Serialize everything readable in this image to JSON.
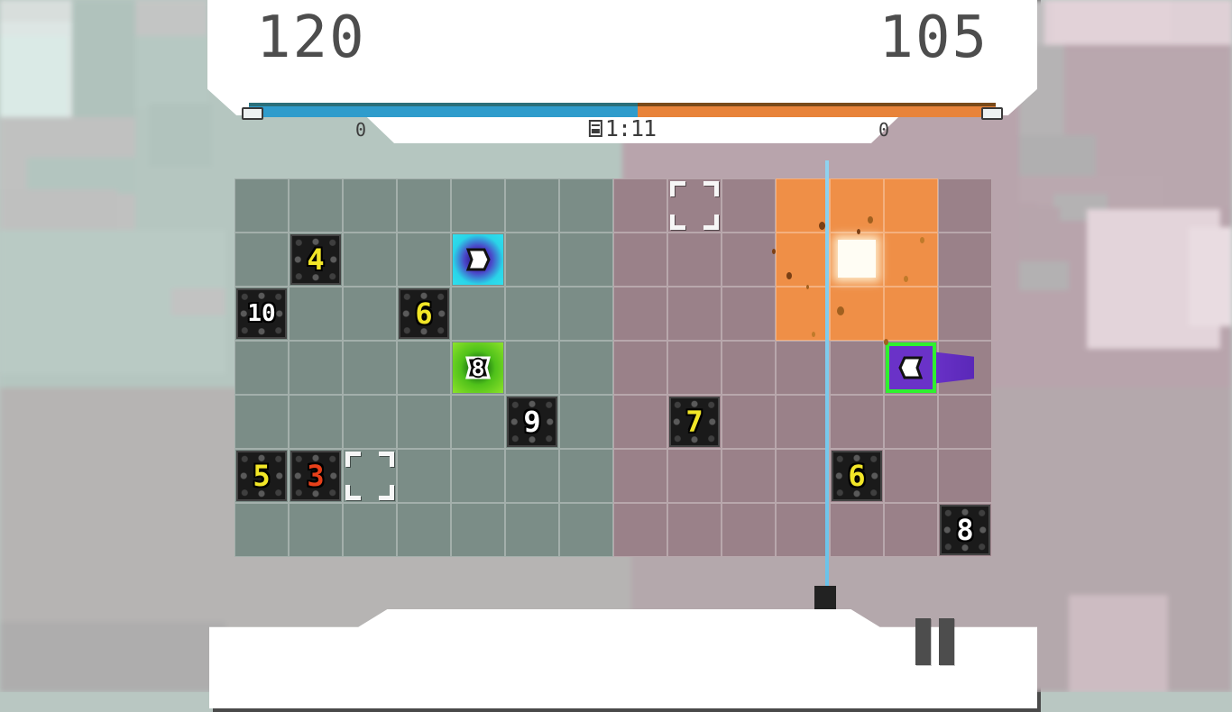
{
  "hud": {
    "score_left": "120",
    "score_right": "105",
    "flag_count_left": "0",
    "flag_count_right": "0",
    "timer": "1:11",
    "timer_icon": "flag-icon",
    "bar_left_percent": 52,
    "bar_left_color": "#2f9ccc",
    "bar_right_color": "#e8833a"
  },
  "bottom": {
    "pause_label": "pause-button"
  },
  "board": {
    "cols": 14,
    "rows": 7,
    "cell_size": 60,
    "left_territory_color": "#7b8d87",
    "right_territory_color": "#9a8189",
    "hot_zone_color": "#ef8f47",
    "lane_color": "#7fcbec",
    "hot_zone_cells": [
      {
        "c": 10,
        "r": 0
      },
      {
        "c": 11,
        "r": 0
      },
      {
        "c": 12,
        "r": 0
      },
      {
        "c": 10,
        "r": 1
      },
      {
        "c": 11,
        "r": 1
      },
      {
        "c": 12,
        "r": 1
      },
      {
        "c": 10,
        "r": 2
      },
      {
        "c": 11,
        "r": 2
      },
      {
        "c": 12,
        "r": 2
      }
    ],
    "tiles": [
      {
        "c": 1,
        "r": 1,
        "value": "4",
        "color": "yellow"
      },
      {
        "c": 0,
        "r": 2,
        "value": "10",
        "color": "white"
      },
      {
        "c": 3,
        "r": 2,
        "value": "6",
        "color": "yellow"
      },
      {
        "c": 5,
        "r": 4,
        "value": "9",
        "color": "white"
      },
      {
        "c": 8,
        "r": 4,
        "value": "7",
        "color": "yellow"
      },
      {
        "c": 0,
        "r": 5,
        "value": "5",
        "color": "yellow"
      },
      {
        "c": 1,
        "r": 5,
        "value": "3",
        "color": "red"
      },
      {
        "c": 11,
        "r": 5,
        "value": "6",
        "color": "yellow"
      },
      {
        "c": 13,
        "r": 6,
        "value": "8",
        "color": "white"
      }
    ],
    "units": [
      {
        "c": 4,
        "r": 1,
        "team": "cyan",
        "glyph": "arrow-right-unit-icon",
        "value": ""
      },
      {
        "c": 4,
        "r": 3,
        "team": "green",
        "glyph": "number-unit-icon",
        "value": "8"
      },
      {
        "c": 12,
        "r": 3,
        "team": "purple",
        "glyph": "arrow-left-unit-icon",
        "value": ""
      }
    ],
    "brackets": [
      {
        "c": 8,
        "r": 0
      },
      {
        "c": 2,
        "r": 5
      }
    ],
    "explosion": {
      "c": 11,
      "r": 1,
      "label": "explosion-flash"
    }
  }
}
